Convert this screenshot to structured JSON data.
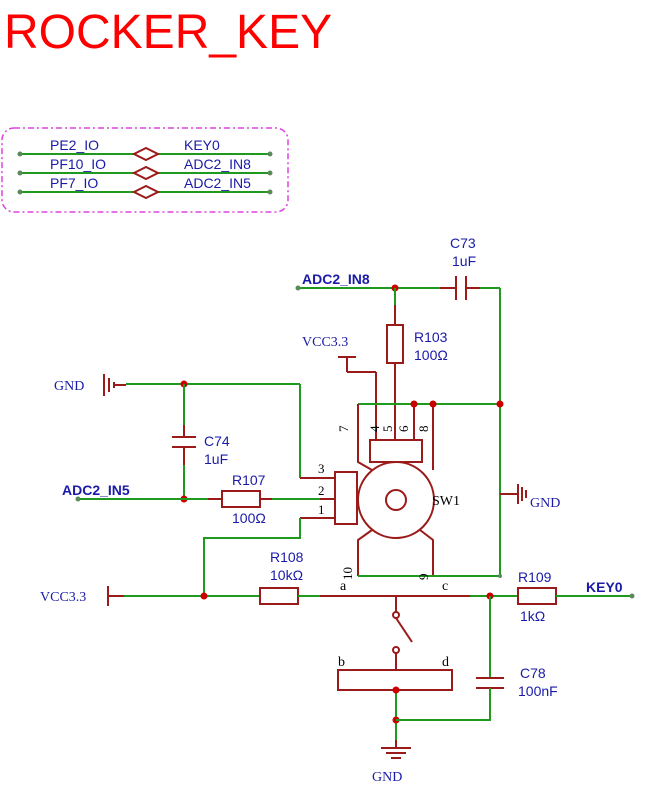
{
  "title": "ROCKER_KEY",
  "links": [
    {
      "left": "PE2_IO",
      "right": "KEY0"
    },
    {
      "left": "PF10_IO",
      "right": "ADC2_IN8"
    },
    {
      "left": "PF7_IO",
      "right": "ADC2_IN5"
    }
  ],
  "nets": {
    "adc2_in8": "ADC2_IN8",
    "adc2_in5": "ADC2_IN5",
    "key0": "KEY0",
    "gnd_left": "GND",
    "gnd_right": "GND",
    "gnd_bottom": "GND",
    "vcc_top": "VCC3.3",
    "vcc_left": "VCC3.3"
  },
  "components": {
    "c73": {
      "ref": "C73",
      "value": "1uF"
    },
    "r103": {
      "ref": "R103",
      "value": "100Ω"
    },
    "c74": {
      "ref": "C74",
      "value": "1uF"
    },
    "r107": {
      "ref": "R107",
      "value": "100Ω"
    },
    "sw1": {
      "ref": "SW1"
    },
    "r108": {
      "ref": "R108",
      "value": "10kΩ"
    },
    "r109": {
      "ref": "R109",
      "value": "1kΩ"
    },
    "c78": {
      "ref": "C78",
      "value": "100nF"
    }
  },
  "pins": {
    "p3": "3",
    "p2": "2",
    "p1": "1",
    "p7": "7",
    "p4": "4",
    "p5": "5",
    "p6": "6",
    "p8": "8",
    "p10": "10",
    "p9": "9",
    "a": "a",
    "b": "b",
    "c": "c",
    "d": "d"
  },
  "colors": {
    "title": "#ff0000",
    "wire": "#1f9a1f",
    "component": "#9b1a1a",
    "net_label": "#1a1aa8",
    "junction": "#cc0000",
    "group_border": "#e040e0"
  }
}
